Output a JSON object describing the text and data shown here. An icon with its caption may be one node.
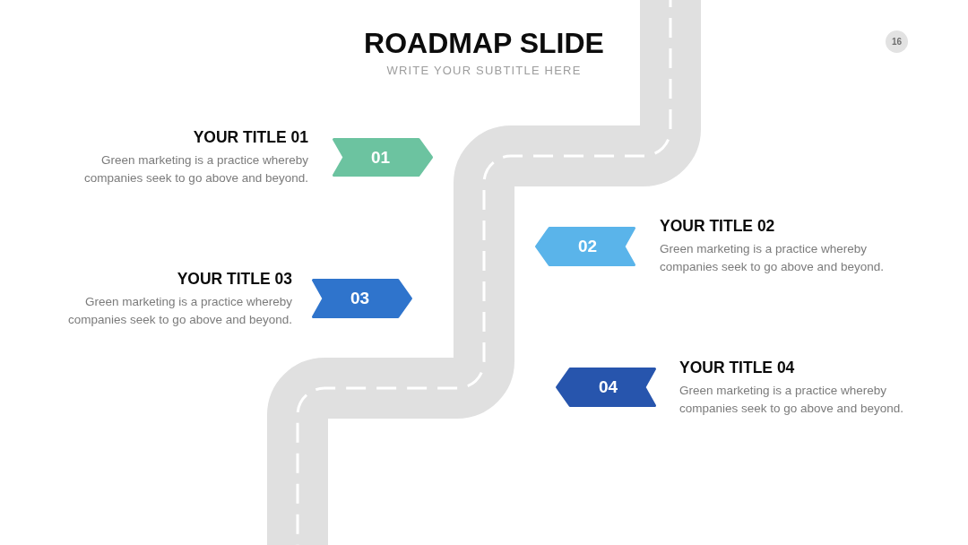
{
  "diagram": {
    "title": "ROADMAP SLIDE",
    "nodes": [
      {
        "text": [
          "01"
        ],
        "beside": [
          "YOUR TITLE 01",
          "Green marketing is a practice whereby companies seek to go above and beyond."
        ]
      },
      {
        "text": [
          "02"
        ],
        "beside": [
          "YOUR TITLE 02",
          "Green marketing is a practice whereby companies seek to go above and beyond."
        ]
      },
      {
        "text": [
          "03"
        ],
        "beside": [
          "YOUR TITLE 03",
          "Green marketing is a practice whereby companies seek to go above and beyond."
        ]
      },
      {
        "text": [
          "04"
        ],
        "beside": [
          "YOUR TITLE 04",
          "Green marketing is a practice whereby companies seek to go above and beyond."
        ]
      }
    ],
    "labels": [
      "WRITE YOUR SUBTITLE HERE",
      "16"
    ]
  }
}
